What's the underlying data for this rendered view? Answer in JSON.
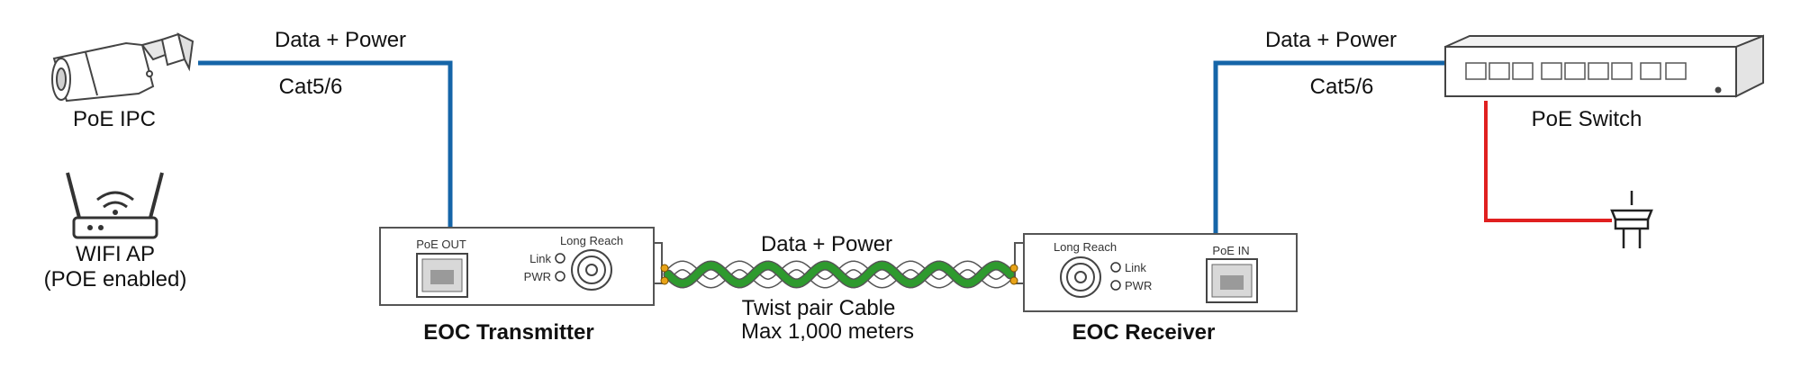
{
  "colors": {
    "data_line": "#1565a8",
    "power_line": "#e02020",
    "twist_green": "#2e9a2e",
    "twist_white": "#ffffff",
    "twist_tip": "#e8a317",
    "outline": "#555555"
  },
  "devices": {
    "ipc": {
      "label": "PoE IPC",
      "icon": "bullet-camera-icon"
    },
    "wifi": {
      "label_line1": "WIFI AP",
      "label_line2": "(POE enabled)",
      "icon": "wifi-router-icon"
    },
    "switch": {
      "label": "PoE Switch",
      "icon": "network-switch-icon"
    },
    "plug": {
      "icon": "power-plug-icon"
    }
  },
  "links": {
    "left": {
      "top": "Data + Power",
      "bottom": "Cat5/6"
    },
    "right": {
      "top": "Data + Power",
      "bottom": "Cat5/6"
    }
  },
  "transmitter": {
    "name": "EOC Transmitter",
    "port": "PoE OUT",
    "bnc": "Long Reach",
    "led_link": "Link",
    "led_pwr": "PWR"
  },
  "receiver": {
    "name": "EOC Receiver",
    "port": "PoE IN",
    "bnc": "Long Reach",
    "led_link": "Link",
    "led_pwr": "PWR"
  },
  "twist": {
    "top": "Data + Power",
    "line1": "Twist pair Cable",
    "line2": "Max 1,000 meters"
  }
}
